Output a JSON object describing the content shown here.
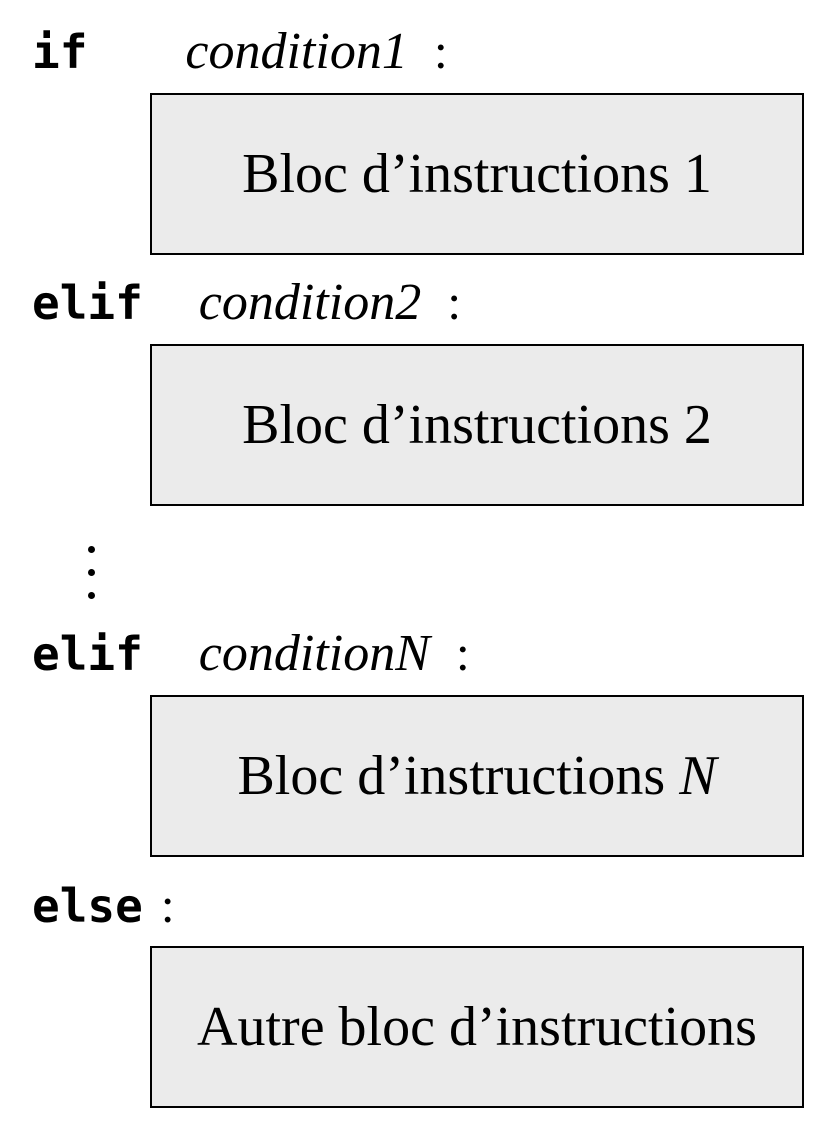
{
  "rows": [
    {
      "keyword": "if",
      "condition": "condition1",
      "colon": ":",
      "block": "Bloc d’instructions 1"
    },
    {
      "keyword": "elif",
      "condition": "condition2",
      "colon": ":",
      "block": "Bloc d’instructions 2"
    },
    {
      "keyword": "elif",
      "condition": "conditionN",
      "colon": ":",
      "block_prefix": "Bloc d’instructions",
      "block_var": "N"
    },
    {
      "keyword": "else",
      "colon": ":",
      "block": "Autre bloc d’instructions"
    }
  ]
}
